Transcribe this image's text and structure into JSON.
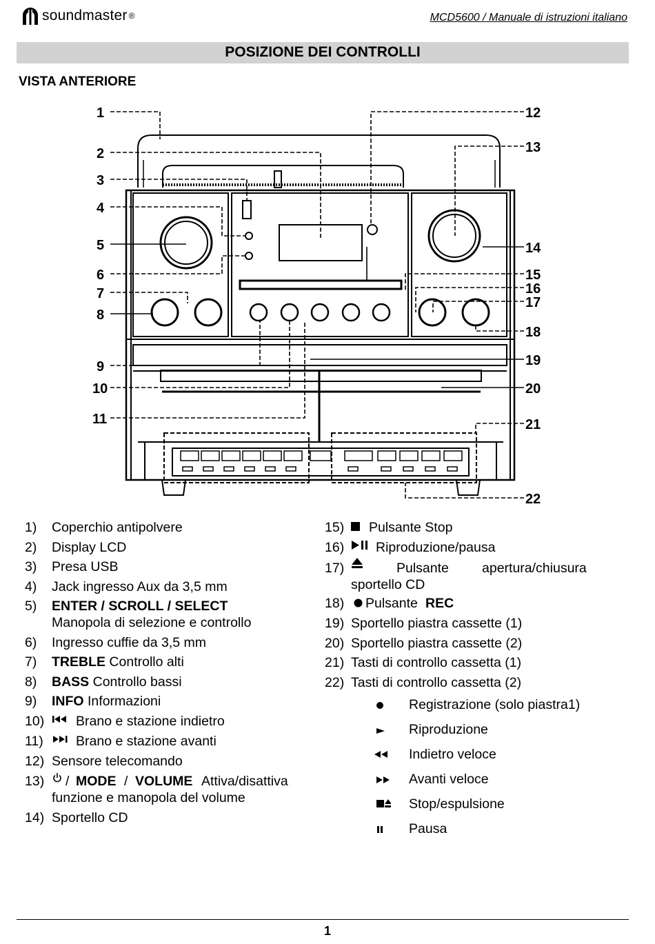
{
  "header": {
    "brand": "soundmaster",
    "reg": "®",
    "doc_ref": "MCD5600 / Manuale di istruzioni italiano"
  },
  "section_title": "POSIZIONE DEI CONTROLLI",
  "subsection": "VISTA ANTERIORE",
  "callouts": [
    "1",
    "2",
    "3",
    "4",
    "5",
    "6",
    "7",
    "8",
    "9",
    "10",
    "11",
    "12",
    "13",
    "14",
    "15",
    "16",
    "17",
    "18",
    "19",
    "20",
    "21",
    "22"
  ],
  "legend_left": [
    {
      "n": "1)",
      "text": "Coperchio antipolvere"
    },
    {
      "n": "2)",
      "text": "Display LCD"
    },
    {
      "n": "3)",
      "text": "Presa USB"
    },
    {
      "n": "4)",
      "text": "Jack ingresso Aux da 3,5 mm"
    },
    {
      "n": "5)",
      "b1": "ENTER",
      "s1": " / ",
      "b2": "SCROLL",
      "s2": " / ",
      "b3": "SELECT",
      "line2": "Manopola di selezione e controllo"
    },
    {
      "n": "6)",
      "text": "Ingresso cuffie da 3,5 mm"
    },
    {
      "n": "7)",
      "bold": "TREBLE",
      "text": " Controllo alti"
    },
    {
      "n": "8)",
      "bold": "BASS",
      "text": " Controllo bassi"
    },
    {
      "n": "9)",
      "bold": "INFO",
      "text": " Informazioni"
    },
    {
      "n": "10)",
      "icon": "prev-track",
      "text": "Brano e stazione indietro"
    },
    {
      "n": "11)",
      "icon": "next-track",
      "text": "Brano e stazione avanti"
    },
    {
      "n": "12)",
      "text": "Sensore telecomando"
    },
    {
      "n": "13)",
      "icon": "power",
      "sep1": "/",
      "b1": "MODE",
      "sep2": "/",
      "b2": "VOLUME",
      "text": "Attiva/disattiva",
      "line2": "funzione e manopola del volume"
    },
    {
      "n": "14)",
      "text": "Sportello CD"
    }
  ],
  "legend_right": [
    {
      "n": "15)",
      "icon": "stop",
      "text": "Pulsante Stop"
    },
    {
      "n": "16)",
      "icon": "play-pause",
      "text": "Riproduzione/pausa"
    },
    {
      "n": "17)",
      "icon": "eject",
      "text": "Pulsante",
      "text_b": "apertura/chiusura",
      "line2": "sportello CD"
    },
    {
      "n": "18)",
      "icon": "record",
      "text": "Pulsante",
      "bold": "REC"
    },
    {
      "n": "19)",
      "text": "Sportello piastra cassette (1)"
    },
    {
      "n": "20)",
      "text": "Sportello piastra cassette (2)"
    },
    {
      "n": "21)",
      "text": "Tasti di controllo cassetta (1)"
    },
    {
      "n": "22)",
      "text": "Tasti di controllo cassetta (2)"
    }
  ],
  "cassette_keys": [
    {
      "icon": "record",
      "text": "Registrazione (solo piastra1)"
    },
    {
      "icon": "play",
      "text": "Riproduzione"
    },
    {
      "icon": "rewind",
      "text": "Indietro veloce"
    },
    {
      "icon": "fast-forward",
      "text": "Avanti veloce"
    },
    {
      "icon": "stop-eject",
      "text": "Stop/espulsione"
    },
    {
      "icon": "pause",
      "text": "Pausa"
    }
  ],
  "page_number": "1"
}
